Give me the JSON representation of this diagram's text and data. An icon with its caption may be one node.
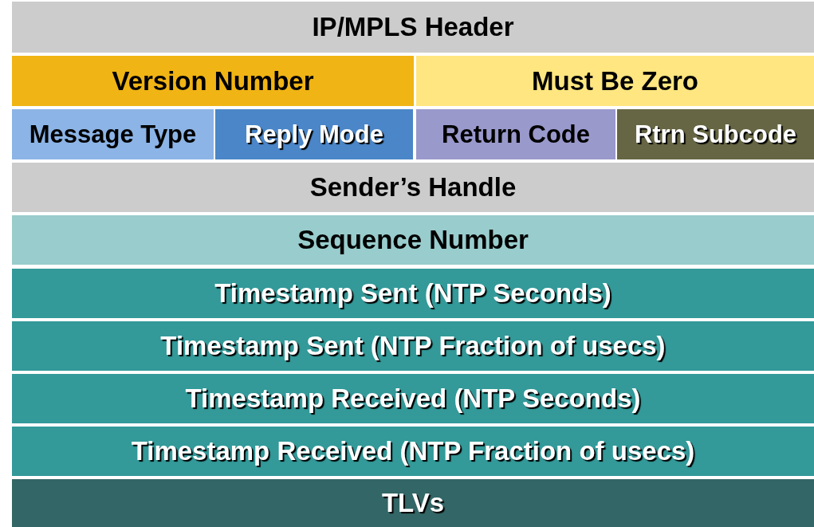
{
  "diagram": {
    "nodes": [
      {
        "text": [
          "IP/MPLS Header"
        ]
      },
      {
        "text": [
          "Version Number"
        ]
      },
      {
        "text": [
          "Must Be Zero"
        ]
      },
      {
        "text": [
          "Message Type"
        ]
      },
      {
        "text": [
          "Reply Mode"
        ]
      },
      {
        "text": [
          "Return Code"
        ]
      },
      {
        "text": [
          "Rtrn Subcode"
        ]
      },
      {
        "text": [
          "Sender’s Handle"
        ]
      },
      {
        "text": [
          "Sequence Number"
        ]
      },
      {
        "text": [
          "Timestamp Sent (NTP Seconds)"
        ]
      },
      {
        "text": [
          "Timestamp Sent (NTP Fraction of usecs)"
        ]
      },
      {
        "text": [
          "Timestamp Received (NTP Seconds)"
        ]
      },
      {
        "text": [
          "Timestamp Received (NTP Fraction of usecs)"
        ]
      },
      {
        "text": [
          "TLVs"
        ]
      }
    ]
  }
}
